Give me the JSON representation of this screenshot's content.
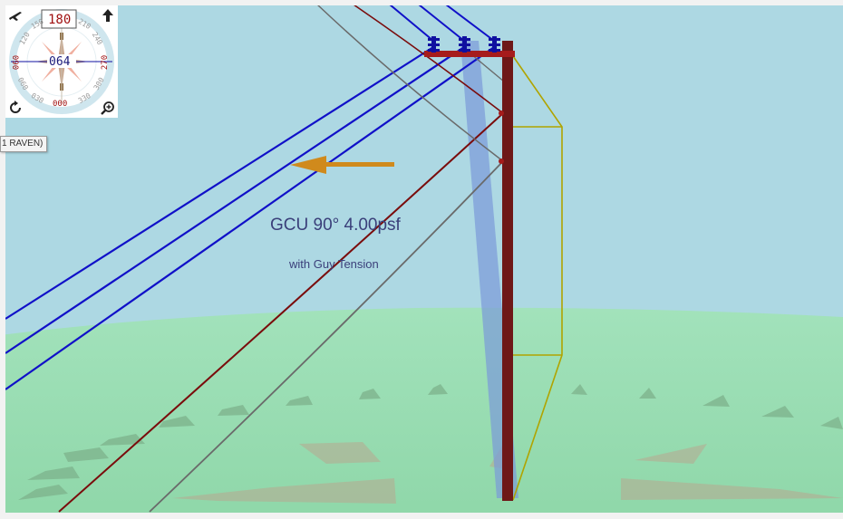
{
  "viewer": {
    "load_case_title": "GCU 90° 4.00psf",
    "load_case_subtitle": "with Guy Tension",
    "tooltip_text": "1 RAVEN)"
  },
  "compass": {
    "top_readout": "180",
    "center_readout": "064",
    "bottom_readout": "000",
    "left_readout": "090",
    "right_readout": "270",
    "ring_labels": [
      "120",
      "150",
      "210",
      "240",
      "300",
      "330",
      "060",
      "030"
    ],
    "icons": {
      "top_left": "plane-icon",
      "top_right": "up-arrow-icon",
      "bottom_left": "rotate-icon",
      "bottom_right": "zoom-in-icon"
    }
  },
  "colors": {
    "sky": "#aed9e3",
    "ground": "#9ddfb5",
    "conductor": "#1010c8",
    "neutral": "#7a0c0c",
    "guy_wire": "#6a6a6a",
    "pole": "#6e1818",
    "load_arrow": "#d08a1c",
    "guy_outline": "#b0a400"
  }
}
